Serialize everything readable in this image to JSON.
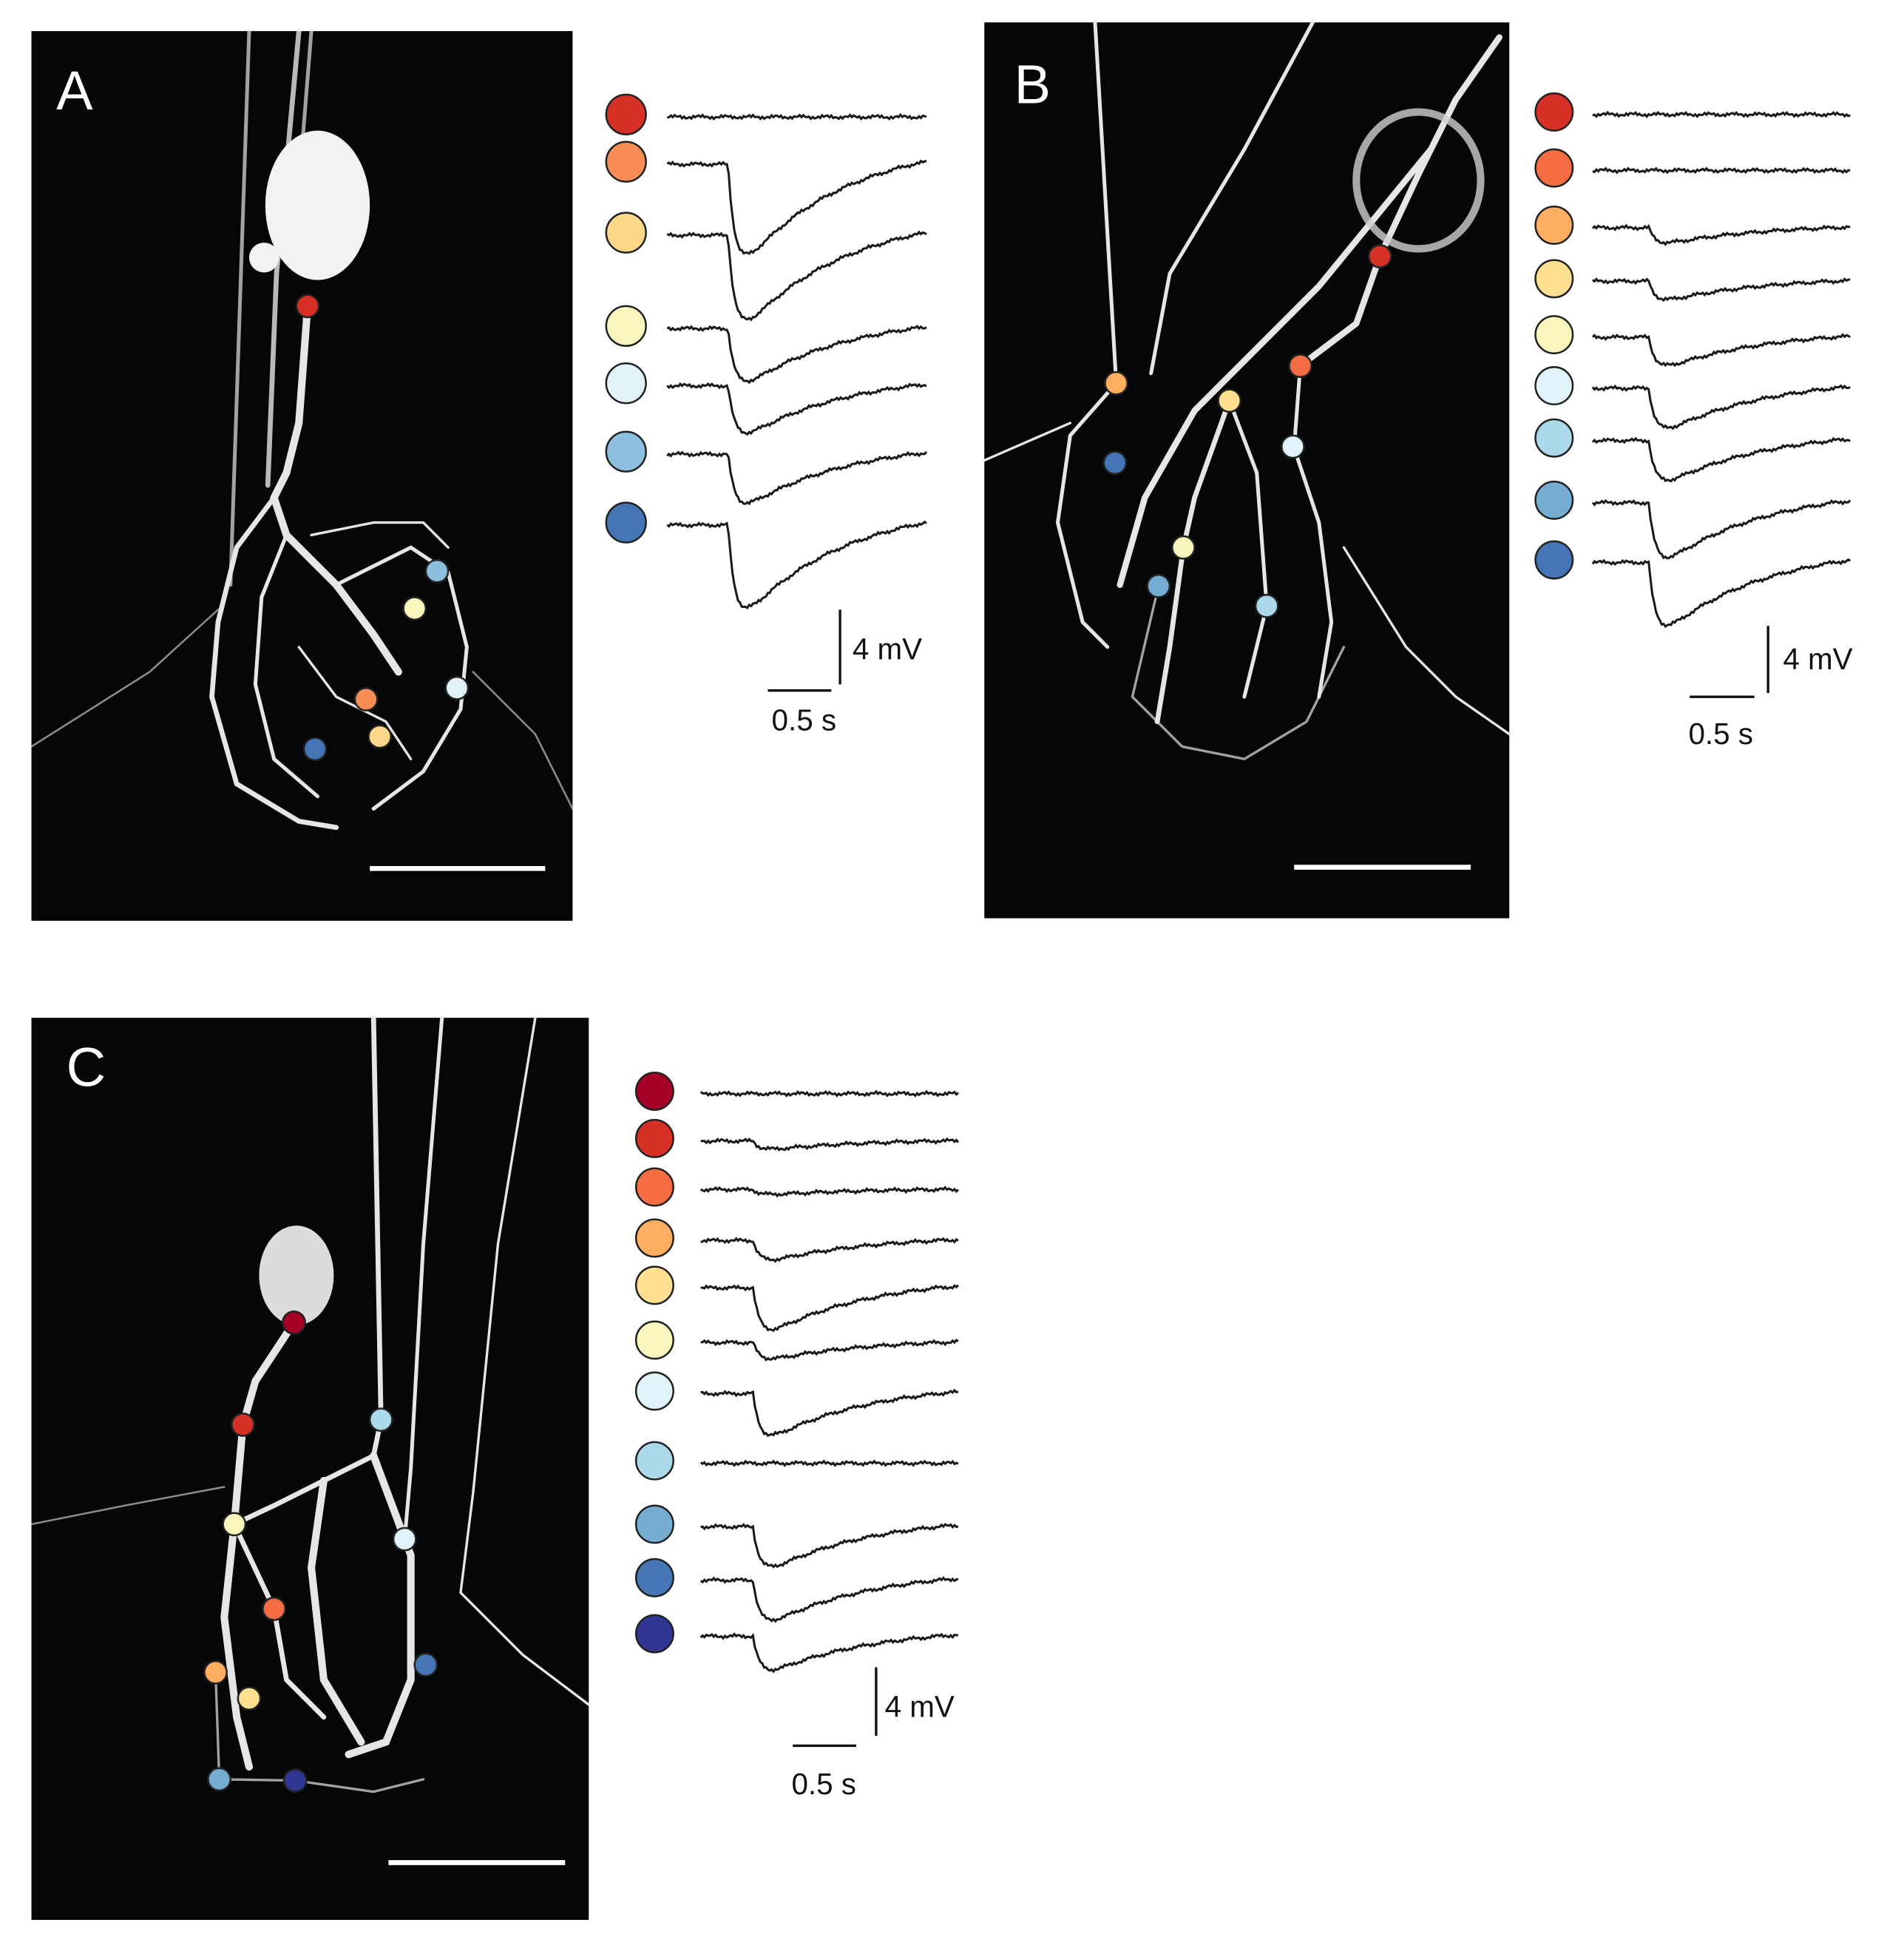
{
  "panels": [
    {
      "label": "A",
      "scale_mv": "4 mV",
      "scale_s": "0.5 s",
      "traces": [
        {
          "color": "#d73027",
          "amplitude_mv": 0.0
        },
        {
          "color": "#f88e56",
          "amplitude_mv": 4.8
        },
        {
          "color": "#fdd88a",
          "amplitude_mv": 4.5
        },
        {
          "color": "#f8f5bd",
          "amplitude_mv": 2.8
        },
        {
          "color": "#e2f3f8",
          "amplitude_mv": 2.5
        },
        {
          "color": "#8dbfdf",
          "amplitude_mv": 2.6
        },
        {
          "color": "#4575b4",
          "amplitude_mv": 4.4
        }
      ]
    },
    {
      "label": "B",
      "scale_mv": "4 mV",
      "scale_s": "0.5 s",
      "traces": [
        {
          "color": "#d73027",
          "amplitude_mv": 0.0
        },
        {
          "color": "#f46d43",
          "amplitude_mv": 0.0
        },
        {
          "color": "#fdae61",
          "amplitude_mv": 0.9
        },
        {
          "color": "#fee090",
          "amplitude_mv": 1.1
        },
        {
          "color": "#f8f5bd",
          "amplitude_mv": 1.7
        },
        {
          "color": "#e0f3f8",
          "amplitude_mv": 2.4
        },
        {
          "color": "#abd9e9",
          "amplitude_mv": 2.4
        },
        {
          "color": "#74add1",
          "amplitude_mv": 3.3
        },
        {
          "color": "#4575b4",
          "amplitude_mv": 3.8
        }
      ]
    },
    {
      "label": "C",
      "scale_mv": "4 mV",
      "scale_s": "0.5 s",
      "traces": [
        {
          "color": "#a50026",
          "amplitude_mv": 0.0
        },
        {
          "color": "#d73027",
          "amplitude_mv": 0.5
        },
        {
          "color": "#f46d43",
          "amplitude_mv": 0.3
        },
        {
          "color": "#fdae61",
          "amplitude_mv": 1.2
        },
        {
          "color": "#fee090",
          "amplitude_mv": 2.6
        },
        {
          "color": "#f8f5bd",
          "amplitude_mv": 1.0
        },
        {
          "color": "#e0f3f8",
          "amplitude_mv": 2.6
        },
        {
          "color": "#abd9e9",
          "amplitude_mv": 0.0
        },
        {
          "color": "#74add1",
          "amplitude_mv": 2.5
        },
        {
          "color": "#4575b4",
          "amplitude_mv": 2.5
        },
        {
          "color": "#313695",
          "amplitude_mv": 2.1
        }
      ]
    }
  ]
}
